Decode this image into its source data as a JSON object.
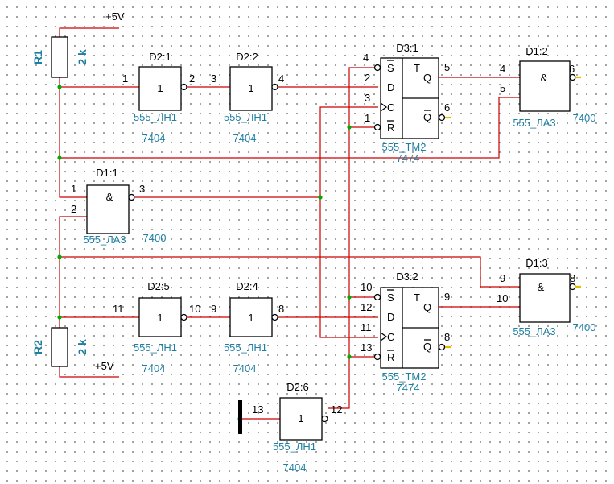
{
  "colors": {
    "wire": "#cc0000",
    "junction": "#00aa00",
    "label": "#1d7fa3",
    "output_tick": "#e6b800"
  },
  "supply": {
    "top": "+5V",
    "bottom": "+5V"
  },
  "resistors": {
    "r1": {
      "ref": "R1",
      "value": "2 k"
    },
    "r2": {
      "ref": "R2",
      "value": "2 k"
    }
  },
  "gates": {
    "d2_1": {
      "ref": "D2:1",
      "symbol": "1",
      "part": "555_ЛН1",
      "type": "7404",
      "pin_in": "1",
      "pin_out": "2"
    },
    "d2_2": {
      "ref": "D2:2",
      "symbol": "1",
      "part": "555_ЛН1",
      "type": "7404",
      "pin_in": "3",
      "pin_out": "4"
    },
    "d1_1": {
      "ref": "D1:1",
      "symbol": "&",
      "part": "555_ЛА3",
      "type": "7400",
      "pin_in1": "1",
      "pin_in2": "2",
      "pin_out": "3"
    },
    "d2_5": {
      "ref": "D2:5",
      "symbol": "1",
      "part": "555_ЛН1",
      "type": "7404",
      "pin_in": "11",
      "pin_out": "10"
    },
    "d2_4": {
      "ref": "D2:4",
      "symbol": "1",
      "part": "555_ЛН1",
      "type": "7404",
      "pin_in": "9",
      "pin_out": "8"
    },
    "d2_6": {
      "ref": "D2:6",
      "symbol": "1",
      "part": "555_ЛН1",
      "type": "7404",
      "pin_in": "13",
      "pin_out": "12"
    },
    "d1_2": {
      "ref": "D1:2",
      "symbol": "&",
      "part": "555_ЛА3",
      "type": "7400",
      "pin_in1": "4",
      "pin_in2": "5",
      "pin_out": "6"
    },
    "d1_3": {
      "ref": "D1:3",
      "symbol": "&",
      "part": "555_ЛА3",
      "type": "7400",
      "pin_in1": "9",
      "pin_in2": "10",
      "pin_out": "8"
    }
  },
  "flipflops": {
    "d3_1": {
      "ref": "D3:1",
      "part": "555_ТМ2",
      "type": "7474",
      "labels": {
        "s": "S",
        "d": "D",
        "c": "C",
        "r": "R",
        "t": "T",
        "q": "Q",
        "qn": "Q"
      },
      "pins": {
        "s": "4",
        "d": "2",
        "c": "3",
        "r": "1",
        "q": "5",
        "qn": "6"
      }
    },
    "d3_2": {
      "ref": "D3:2",
      "part": "555_ТМ2",
      "type": "7474",
      "labels": {
        "s": "S",
        "d": "D",
        "c": "C",
        "r": "R",
        "t": "T",
        "q": "Q",
        "qn": "Q"
      },
      "pins": {
        "s": "10",
        "d": "12",
        "c": "11",
        "r": "13",
        "q": "9",
        "qn": "8"
      }
    }
  }
}
